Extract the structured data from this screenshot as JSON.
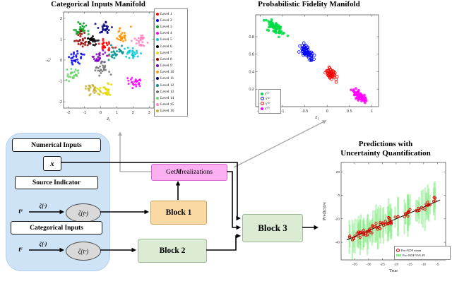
{
  "flow": {
    "numerical_inputs": "Numerical Inputs",
    "x": "x",
    "source_indicator": "Source Indicator",
    "t_s": "tˢ",
    "zeta_dot": "ζ(·)",
    "zeta_ts": "ζ(tˢ)",
    "categorical_inputs": "Categorical Inputs",
    "t_c": "tᶜ",
    "zeta_tc": "ζ(tᶜ)",
    "get_pre": "Get ",
    "get_m": "M",
    "get_post": " realizations",
    "block1": "Block 1",
    "block2": "Block 2",
    "block3": "Block 3"
  },
  "chart_data": [
    {
      "type": "scatter",
      "title": "Categorical Inputs Manifold",
      "xlabel": "z₁",
      "ylabel": "z₂",
      "xlim": [
        -2.3,
        3.3
      ],
      "ylim": [
        -2.3,
        2.3
      ],
      "xticks": [
        -2,
        -1,
        0,
        1,
        2,
        3
      ],
      "yticks": [
        -2,
        -1,
        0,
        1,
        2
      ],
      "legend": {
        "position": "right-outside",
        "items": [
          {
            "label": "Level 1",
            "color": "#ff0000"
          },
          {
            "label": "Level 2",
            "color": "#0000ee"
          },
          {
            "label": "Level 3",
            "color": "#00a020"
          },
          {
            "label": "Level 4",
            "color": "#ff00ff"
          },
          {
            "label": "Level 5",
            "color": "#00c8d8"
          },
          {
            "label": "Level 6",
            "color": "#000000"
          },
          {
            "label": "Level 7",
            "color": "#e6d800"
          },
          {
            "label": "Level 8",
            "color": "#990000"
          },
          {
            "label": "Level 9",
            "color": "#8000c0"
          },
          {
            "label": "Level 10",
            "color": "#ff9500"
          },
          {
            "label": "Level 11",
            "color": "#000080"
          },
          {
            "label": "Level 12",
            "color": "#009090"
          },
          {
            "label": "Level 13",
            "color": "#777777"
          },
          {
            "label": "Level 14",
            "color": "#70d070"
          },
          {
            "label": "Level 15",
            "color": "#ff85c2"
          },
          {
            "label": "Level 16",
            "color": "#c9b037"
          }
        ]
      },
      "clusters": [
        {
          "level": "Level 1",
          "x": 0.35,
          "y": 0.65,
          "sx": 0.32,
          "sy": 0.24,
          "n": 26,
          "color": "#ff0000"
        },
        {
          "level": "Level 2",
          "x": -1.5,
          "y": 0.1,
          "sx": 0.32,
          "sy": 0.24,
          "n": 26,
          "color": "#0000ee"
        },
        {
          "level": "Level 3",
          "x": -1.25,
          "y": 1.45,
          "sx": 0.32,
          "sy": 0.24,
          "n": 26,
          "color": "#00a020"
        },
        {
          "level": "Level 4",
          "x": 2.05,
          "y": -1.05,
          "sx": 0.32,
          "sy": 0.24,
          "n": 26,
          "color": "#ff00ff"
        },
        {
          "level": "Level 5",
          "x": 1.9,
          "y": 0.35,
          "sx": 0.32,
          "sy": 0.24,
          "n": 26,
          "color": "#00c8d8"
        },
        {
          "level": "Level 6",
          "x": -0.5,
          "y": 0.9,
          "sx": 0.32,
          "sy": 0.24,
          "n": 26,
          "color": "#000000"
        },
        {
          "level": "Level 7",
          "x": 0.3,
          "y": -1.45,
          "sx": 0.32,
          "sy": 0.24,
          "n": 26,
          "color": "#e6d800"
        },
        {
          "level": "Level 8",
          "x": -1.2,
          "y": 0.95,
          "sx": 0.32,
          "sy": 0.24,
          "n": 26,
          "color": "#990000"
        },
        {
          "level": "Level 9",
          "x": -0.1,
          "y": 0.15,
          "sx": 0.32,
          "sy": 0.24,
          "n": 26,
          "color": "#8000c0"
        },
        {
          "level": "Level 10",
          "x": 1.35,
          "y": 1.2,
          "sx": 0.32,
          "sy": 0.24,
          "n": 26,
          "color": "#ff9500"
        },
        {
          "level": "Level 11",
          "x": 0.3,
          "y": 1.5,
          "sx": 0.32,
          "sy": 0.24,
          "n": 26,
          "color": "#000080"
        },
        {
          "level": "Level 12",
          "x": 0.9,
          "y": 0.4,
          "sx": 0.32,
          "sy": 0.24,
          "n": 26,
          "color": "#009090"
        },
        {
          "level": "Level 13",
          "x": 0.1,
          "y": -0.4,
          "sx": 0.32,
          "sy": 0.24,
          "n": 26,
          "color": "#777777"
        },
        {
          "level": "Level 14",
          "x": -1.75,
          "y": -0.7,
          "sx": 0.32,
          "sy": 0.24,
          "n": 26,
          "color": "#70d070"
        },
        {
          "level": "Level 15",
          "x": 2.4,
          "y": 0.9,
          "sx": 0.32,
          "sy": 0.24,
          "n": 26,
          "color": "#ff85c2"
        },
        {
          "level": "Level 16",
          "x": -0.5,
          "y": -1.4,
          "sx": 0.32,
          "sy": 0.24,
          "n": 26,
          "color": "#c9b037"
        }
      ]
    },
    {
      "type": "scatter",
      "title": "Probabilistic Fidelity Manifold",
      "xlabel": "z₁",
      "ylabel": "",
      "xlim": [
        -1.6,
        1.15
      ],
      "ylim": [
        0,
        1.05
      ],
      "xticks": [
        -1.5,
        -1,
        -0.5,
        0,
        0.5,
        1
      ],
      "yticks": [
        0.2,
        0.4,
        0.6,
        0.8
      ],
      "legend": {
        "position": "bottom-left-inside",
        "items": [
          {
            "label": "y⁽¹⁾",
            "color": "#00dd44"
          },
          {
            "label": "y⁽²⁾",
            "color": "#0000ff",
            "open": true
          },
          {
            "label": "y⁽³⁾",
            "color": "#ff0000",
            "open": true
          },
          {
            "label": "y⁽⁴⁾",
            "color": "#ff00ff"
          }
        ]
      },
      "clusters": [
        {
          "label": "y⁽¹⁾",
          "x": -1.15,
          "y": 0.9,
          "sx": 0.15,
          "sy": 0.045,
          "corr": -0.3,
          "n": 75,
          "color": "#00dd44"
        },
        {
          "label": "y⁽²⁾",
          "x": -0.45,
          "y": 0.62,
          "sx": 0.11,
          "sy": 0.05,
          "corr": -0.4,
          "n": 60,
          "color": "#0000ff",
          "open": true
        },
        {
          "label": "y⁽³⁾",
          "x": 0.08,
          "y": 0.37,
          "sx": 0.08,
          "sy": 0.045,
          "corr": -0.4,
          "n": 50,
          "color": "#ff0000",
          "open": true
        },
        {
          "label": "y⁽⁴⁾",
          "x": 0.72,
          "y": 0.12,
          "sx": 0.11,
          "sy": 0.045,
          "corr": -0.3,
          "n": 60,
          "color": "#ff00ff"
        }
      ]
    },
    {
      "type": "scatter",
      "title_line1": "Predictions with",
      "title_line2": "Uncertainty Quantification",
      "xlabel": "True",
      "ylabel": "Predictive",
      "xlim": [
        -40,
        -2
      ],
      "ylim": [
        -55,
        28
      ],
      "xticks": [
        -35,
        -30,
        -25,
        -20,
        -15,
        -10,
        -5
      ],
      "yticks": [
        -40,
        -20,
        0,
        20
      ],
      "n": 85,
      "noise": 2.2,
      "pi_min": 5,
      "pi_var": 13,
      "line": {
        "x1": -38,
        "y1": -38,
        "x2": -4,
        "y2": -4
      },
      "legend": {
        "position": "bottom-right-inside",
        "items": [
          {
            "label": "Pro-NDF mean",
            "color": "#dd0000",
            "open": true
          },
          {
            "label": "Pro-NDF 95% PI",
            "color": "#86e986",
            "square": true
          }
        ]
      }
    }
  ]
}
